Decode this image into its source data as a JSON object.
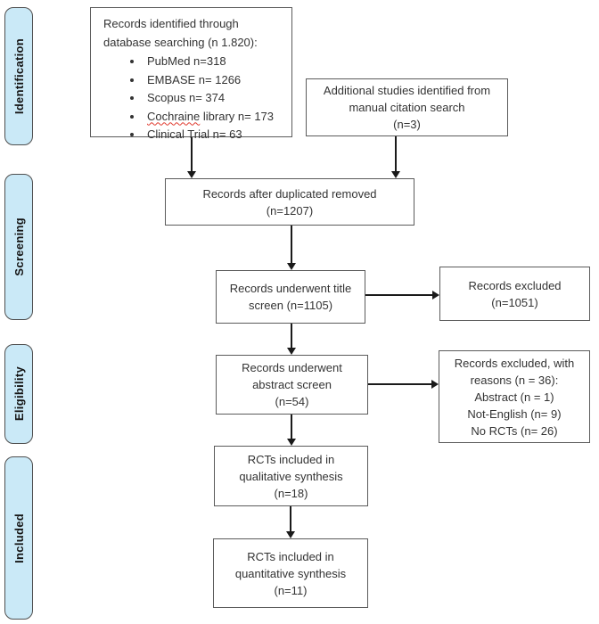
{
  "palette": {
    "stage_fill": "#cae9f7",
    "stage_border": "#4f4f4f",
    "box_border": "#5b5b5b",
    "text": "#333333",
    "arrow": "#1a1a1a",
    "spellcheck_underline": "#e03a2f"
  },
  "stages": [
    {
      "label": "Identification"
    },
    {
      "label": "Screening"
    },
    {
      "label": "Eligibility"
    },
    {
      "label": "Included"
    }
  ],
  "boxes": {
    "identified": {
      "title": "Records identified through\ndatabase searching (n 1.820):",
      "items": [
        {
          "text": "PubMed n=318",
          "text2": ""
        },
        {
          "text": "EMBASE n= 1266",
          "text2": ""
        },
        {
          "text": "Scopus n= 374",
          "text2": ""
        },
        {
          "text": "Cochraine",
          "text2": " library n= 173",
          "misspelled": true
        },
        {
          "text": "Clinical Trial n= 63",
          "text2": ""
        }
      ]
    },
    "additional": {
      "text": "Additional studies identified from\nmanual citation search\n(n=3)"
    },
    "deduplicated": {
      "text": "Records after duplicated removed\n(n=1207)"
    },
    "title_screen": {
      "text": "Records underwent title\nscreen (n=1105)"
    },
    "excluded_title": {
      "text": "Records excluded\n(n=1051)"
    },
    "abstract_screen": {
      "text": "Records underwent\nabstract screen\n(n=54)"
    },
    "excluded_abstract": {
      "text": "Records excluded, with\nreasons (n = 36):\nAbstract (n = 1)\nNot-English (n= 9)\nNo RCTs (n= 26)"
    },
    "qualitative": {
      "text": "RCTs included in\nqualitative synthesis\n(n=18)"
    },
    "quantitative": {
      "text": "RCTs included in\nquantitative synthesis\n(n=11)"
    }
  }
}
